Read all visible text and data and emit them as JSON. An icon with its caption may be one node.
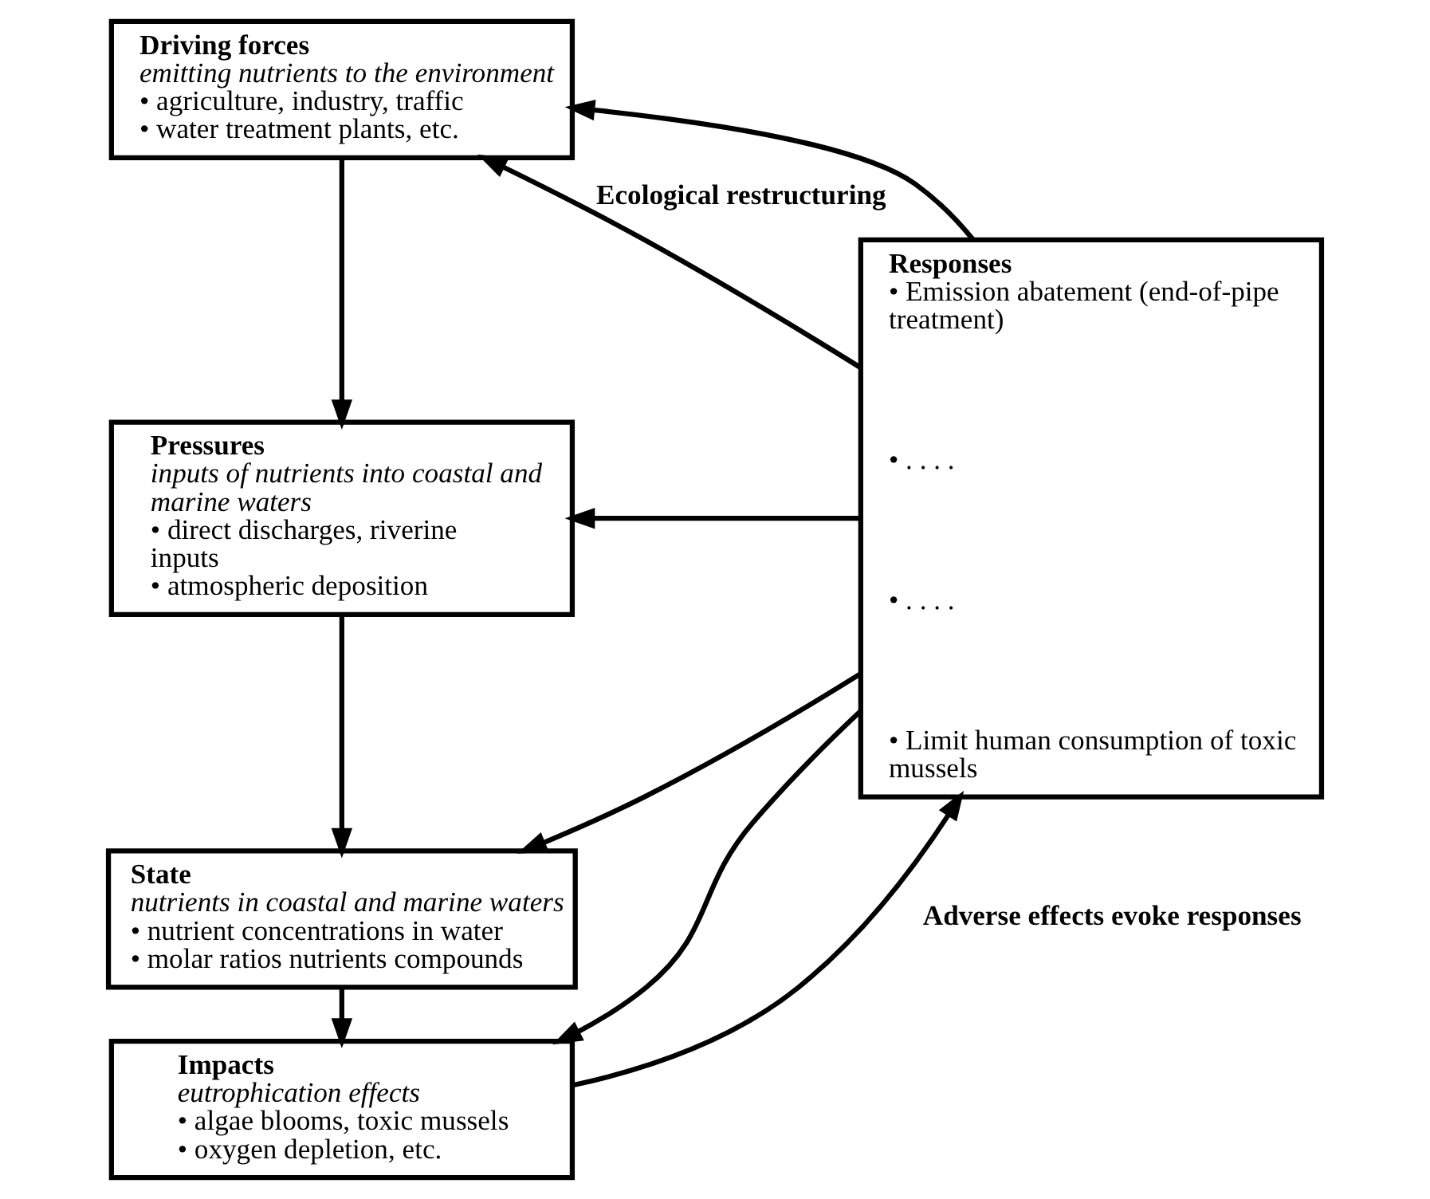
{
  "diagram": {
    "nodes": [
      {
        "text": [
          "Driving forces",
          "emitting nutrients to the environment",
          "• agriculture, industry, traffic",
          "• water treatment plants, etc."
        ]
      },
      {
        "text": [
          "Pressures",
          "inputs of nutrients into coastal and marine waters",
          "• direct discharges, riverine inputs",
          "• atmospheric deposition"
        ]
      },
      {
        "text": [
          "State",
          "nutrients in coastal and marine waters",
          "• nutrient concentrations in water",
          "• molar ratios nutrients compounds"
        ]
      },
      {
        "text": [
          "Impacts",
          "eutrophication effects",
          "• algae blooms, toxic mussels",
          "• oxygen depletion, etc."
        ]
      },
      {
        "text": [
          "Responses",
          "• Emission abatement (end-of-pipe treatment)",
          "• . . . .",
          "• . . . .",
          "• Limit human consumption of toxic mussels"
        ]
      }
    ],
    "edges": [
      {
        "from": 4,
        "to": 0,
        "arrow": "to",
        "label": "Ecological restructuring"
      },
      {
        "from": 4,
        "to": 0,
        "arrow": "to"
      },
      {
        "from": 0,
        "to": 1,
        "arrow": "to"
      },
      {
        "from": 4,
        "to": 1,
        "arrow": "to"
      },
      {
        "from": 1,
        "to": 2,
        "arrow": "to"
      },
      {
        "from": 4,
        "to": 2,
        "arrow": "to"
      },
      {
        "from": 2,
        "to": 3,
        "arrow": "to"
      },
      {
        "from": 4,
        "to": 3,
        "arrow": "to"
      },
      {
        "from": 3,
        "to": 4,
        "arrow": "to",
        "label": "Adverse effects evoke responses"
      }
    ]
  }
}
